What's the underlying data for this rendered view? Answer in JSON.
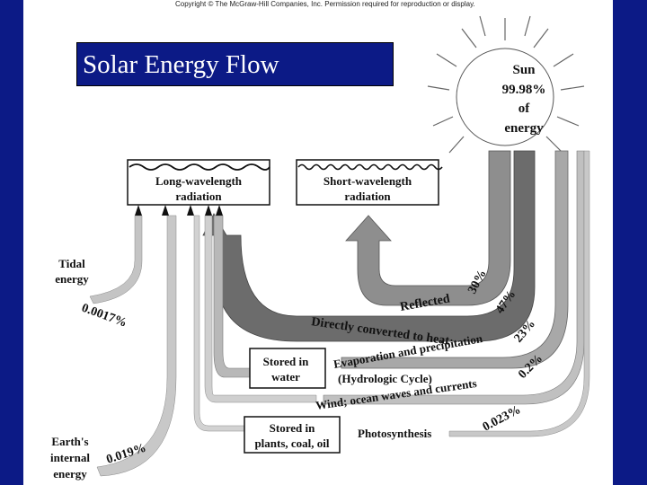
{
  "copyright": "Copyright © The McGraw-Hill Companies, Inc. Permission required for reproduction or display.",
  "title": "Solar Energy Flow",
  "sun": {
    "line1": "Sun",
    "line2": "99.98%",
    "line3": "of",
    "line4": "energy"
  },
  "long_wave": {
    "line1": "Long-wavelength",
    "line2": "radiation"
  },
  "short_wave": {
    "line1": "Short-wavelength",
    "line2": "radiation"
  },
  "tidal": {
    "line1": "Tidal",
    "line2": "energy",
    "pct": "0.0017%"
  },
  "earth_internal": {
    "line1": "Earth's",
    "line2": "internal",
    "line3": "energy",
    "pct": "0.019%"
  },
  "reflected": {
    "label": "Reflected",
    "pct": "30%"
  },
  "direct_heat": {
    "label": "Directly converted to heat",
    "pct": "47%"
  },
  "evaporation": {
    "label1": "Evaporation and precipitation",
    "label2": "(Hydrologic Cycle)",
    "pct": "23%"
  },
  "stored_water": {
    "line1": "Stored in",
    "line2": "water"
  },
  "wind": {
    "label": "Wind; ocean waves and currents",
    "pct": "0.2%"
  },
  "stored_plants": {
    "line1": "Stored in",
    "line2": "plants, coal, oil"
  },
  "photosynthesis": {
    "label": "Photosynthesis",
    "pct": "0.023%"
  },
  "colors": {
    "background": "#0c1a86",
    "panel": "#ffffff",
    "flow_dark": "#6a6a6a",
    "flow_mid": "#9a9a9a",
    "flow_light": "#c8c8c8"
  }
}
